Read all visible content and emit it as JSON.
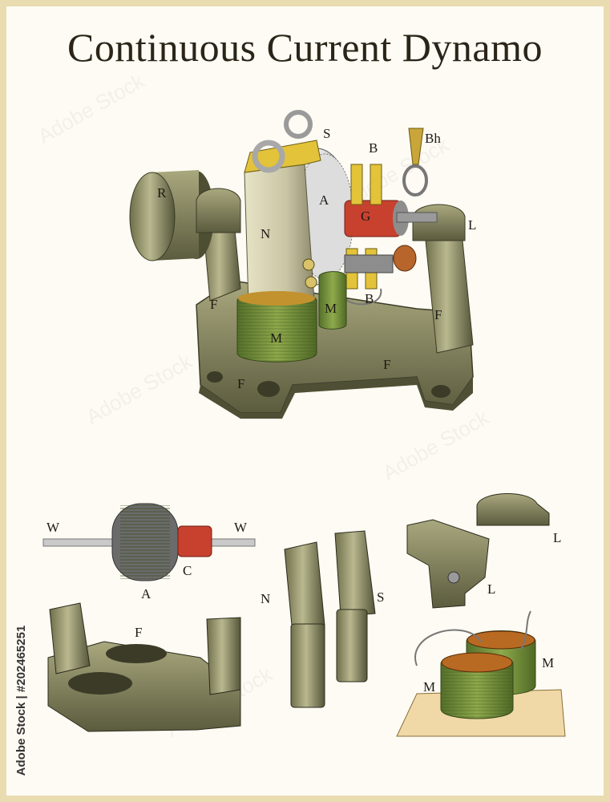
{
  "title": "Continuous Current Dynamo",
  "labels": {
    "s_main": "S",
    "b_top": "B",
    "bh": "Bh",
    "r": "R",
    "a_main": "A",
    "n_main": "N",
    "g": "G",
    "l_main": "L",
    "f_left": "F",
    "f_right": "F",
    "m_front": "M",
    "m_back": "M",
    "b1": "B",
    "f_base_left": "F",
    "f_base_mid": "F",
    "w_left": "W",
    "w_right": "W",
    "a_armature": "A",
    "c": "C",
    "f_frame": "F",
    "n_pole": "N",
    "s_pole": "S",
    "l_upper": "L",
    "l_lower": "L",
    "m_coil_left": "M",
    "m_coil_right": "M"
  },
  "watermark": {
    "stock_id": "Adobe Stock | #202465251",
    "brand": "Adobe Stock"
  },
  "colors": {
    "background": "#fdfbf3",
    "border": "#e9dcb0",
    "metal": "#8a8a62",
    "metal_dark": "#555537",
    "coil_green": "#7d9a3e",
    "commutator_red": "#c8412f",
    "brass_yellow": "#e3c33a"
  }
}
